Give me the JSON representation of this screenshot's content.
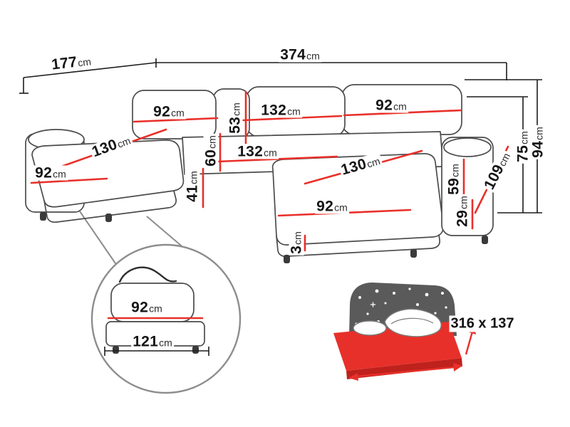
{
  "dims": {
    "depth_left": {
      "num": "177",
      "unit": "cm"
    },
    "width_total": {
      "num": "374",
      "unit": "cm"
    },
    "back_left_width": {
      "num": "92",
      "unit": "cm"
    },
    "back_mid_height": {
      "num": "53",
      "unit": "cm"
    },
    "back_mid_width": {
      "num": "132",
      "unit": "cm"
    },
    "back_right_width": {
      "num": "92",
      "unit": "cm"
    },
    "chaise_left_length": {
      "num": "130",
      "unit": "cm"
    },
    "chaise_left_width": {
      "num": "92",
      "unit": "cm"
    },
    "seat_depth_mid": {
      "num": "60",
      "unit": "cm"
    },
    "seat_mid_width": {
      "num": "132",
      "unit": "cm"
    },
    "seat_height": {
      "num": "41",
      "unit": "cm"
    },
    "chaise_right_length": {
      "num": "130",
      "unit": "cm"
    },
    "chaise_right_width": {
      "num": "92",
      "unit": "cm"
    },
    "leg_height": {
      "num": "3",
      "unit": "cm"
    },
    "arm_right_height": {
      "num": "59",
      "unit": "cm"
    },
    "arm_right_base": {
      "num": "29",
      "unit": "cm"
    },
    "depth_right": {
      "num": "109",
      "unit": "cm"
    },
    "height_backrest": {
      "num": "75",
      "unit": "cm"
    },
    "height_total": {
      "num": "94",
      "unit": "cm"
    },
    "inset_cushion_width": {
      "num": "92",
      "unit": "cm"
    },
    "inset_base_width": {
      "num": "121",
      "unit": "cm"
    }
  },
  "sleeping_area": {
    "size_label": "316 x 137"
  },
  "colors": {
    "dimension_accent": "#e8302a",
    "outline": "#4c4c4c",
    "bed_headboard": "#5a5a5a"
  }
}
